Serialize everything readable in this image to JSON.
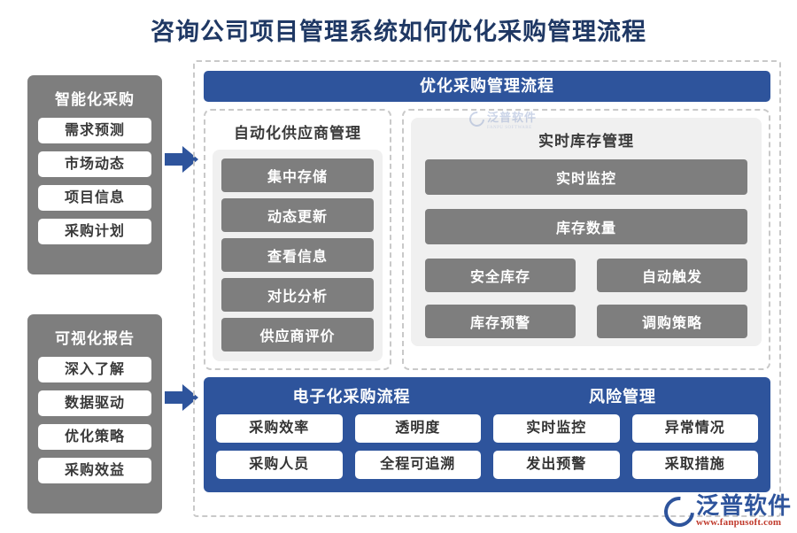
{
  "page": {
    "title": "咨询公司项目管理系统如何优化采购管理流程"
  },
  "sidebar": {
    "cards": [
      {
        "title": "智能化采购",
        "items": [
          "需求预测",
          "市场动态",
          "项目信息",
          "采购计划"
        ]
      },
      {
        "title": "可视化报告",
        "items": [
          "深入了解",
          "数据驱动",
          "优化策略",
          "采购效益"
        ]
      }
    ],
    "arrow_icon": "arrow-right-icon"
  },
  "main": {
    "header": "优化采购管理流程",
    "supplier": {
      "title": "自动化供应商管理",
      "items": [
        "集中存储",
        "动态更新",
        "查看信息",
        "对比分析",
        "供应商评价"
      ]
    },
    "inventory": {
      "title": "实时库存管理",
      "full_items": [
        "实时监控",
        "库存数量"
      ],
      "grid_items": [
        "安全库存",
        "自动触发",
        "库存预警",
        "调购策略"
      ]
    },
    "bottom": {
      "titles": [
        "电子化采购流程",
        "风险管理"
      ],
      "items": [
        "采购效率",
        "透明度",
        "实时监控",
        "异常情况",
        "采购人员",
        "全程可追溯",
        "发出预警",
        "采取措施"
      ]
    }
  },
  "watermark": {
    "brand_cn": "泛普软件",
    "url": "www.fanpusoft.com",
    "center_text": "泛普软件",
    "center_sub": "FANPU SOFTWARE"
  },
  "colors": {
    "title_navy": "#1f3864",
    "brand_blue": "#2e549c",
    "chip_gray": "#7e7e7e",
    "panel_gray": "#f0f0f0",
    "dashed_border": "#c9c9c9",
    "url_red": "#c0392b"
  }
}
